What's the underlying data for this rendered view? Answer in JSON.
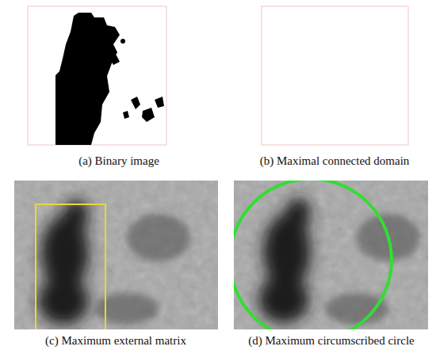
{
  "diagram": {
    "labels": [
      "(a) Binary image",
      "(b) Maximal connected domain",
      "(c) Maximum external matrix",
      "(d) Maximum circumscribed circle"
    ]
  }
}
